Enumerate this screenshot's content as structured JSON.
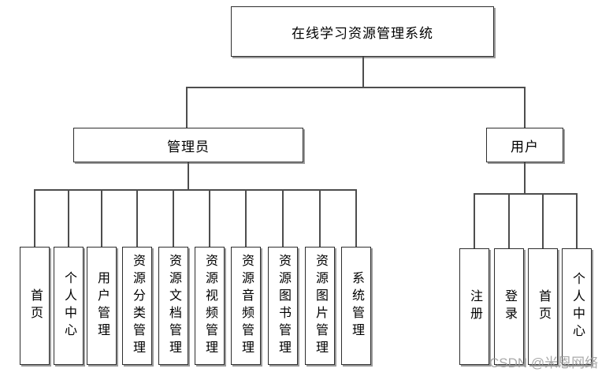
{
  "diagram": {
    "root": {
      "label": "在线学习资源管理系统"
    },
    "branches": [
      {
        "label": "管理员",
        "children": [
          "首页",
          "个人中心",
          "用户管理",
          "资源分类管理",
          "资源文档管理",
          "资源视频管理",
          "资源音频管理",
          "资源图书管理",
          "资源图片管理",
          "系统管理"
        ]
      },
      {
        "label": "用户",
        "children": [
          "注册",
          "登录",
          "首页",
          "个人中心"
        ]
      }
    ],
    "watermark": "CSDN @米恩网络",
    "colors": {
      "background": "#ffffff",
      "box_border": "#2e2e2e",
      "box_shadow": "#828282",
      "connector": "#4d4d4d",
      "watermark": "#9a9a9a"
    }
  }
}
